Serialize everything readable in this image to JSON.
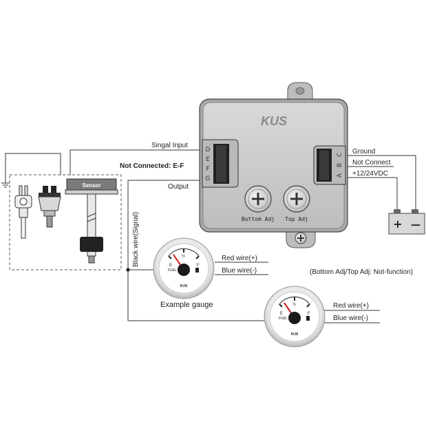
{
  "module": {
    "brand": "KUS",
    "left_pins": [
      "D",
      "E",
      "F",
      "G"
    ],
    "right_pins": [
      "A",
      "B",
      "C"
    ],
    "bottom_adj_label": "Bottom Adj",
    "top_adj_label": "Top Adj"
  },
  "labels": {
    "signal_input": "Singal Input",
    "not_connected_ef": "Not Connected: E-F",
    "output": "Output",
    "ground": "Ground",
    "not_connect": "Not Connect",
    "voltage": "+12/24VDC",
    "black_wire": "Black wire(Signal)",
    "note": "(Bottom Adj/Top Adj: Not-function)",
    "example_gauge": "Example gauge"
  },
  "sensor": {
    "label": "Sensor"
  },
  "battery": {
    "plus": "+",
    "minus": "—"
  },
  "gauge1": {
    "red_wire": "Red wire(+)",
    "blue_wire": "Blue wire(-)",
    "e": "E",
    "half": "½",
    "f": "F",
    "fuel": "FUEL",
    "brand": "KUS"
  },
  "gauge2": {
    "red_wire": "Red wire(+)",
    "blue_wire": "Blue wire(-)",
    "e": "E",
    "half": "½",
    "f": "F",
    "fuel": "FUEL",
    "brand": "KUS"
  },
  "colors": {
    "module_body": "#c9c9c9",
    "module_face": "#d6d6d6",
    "line": "#333333",
    "needle": "#cc1a1a"
  }
}
